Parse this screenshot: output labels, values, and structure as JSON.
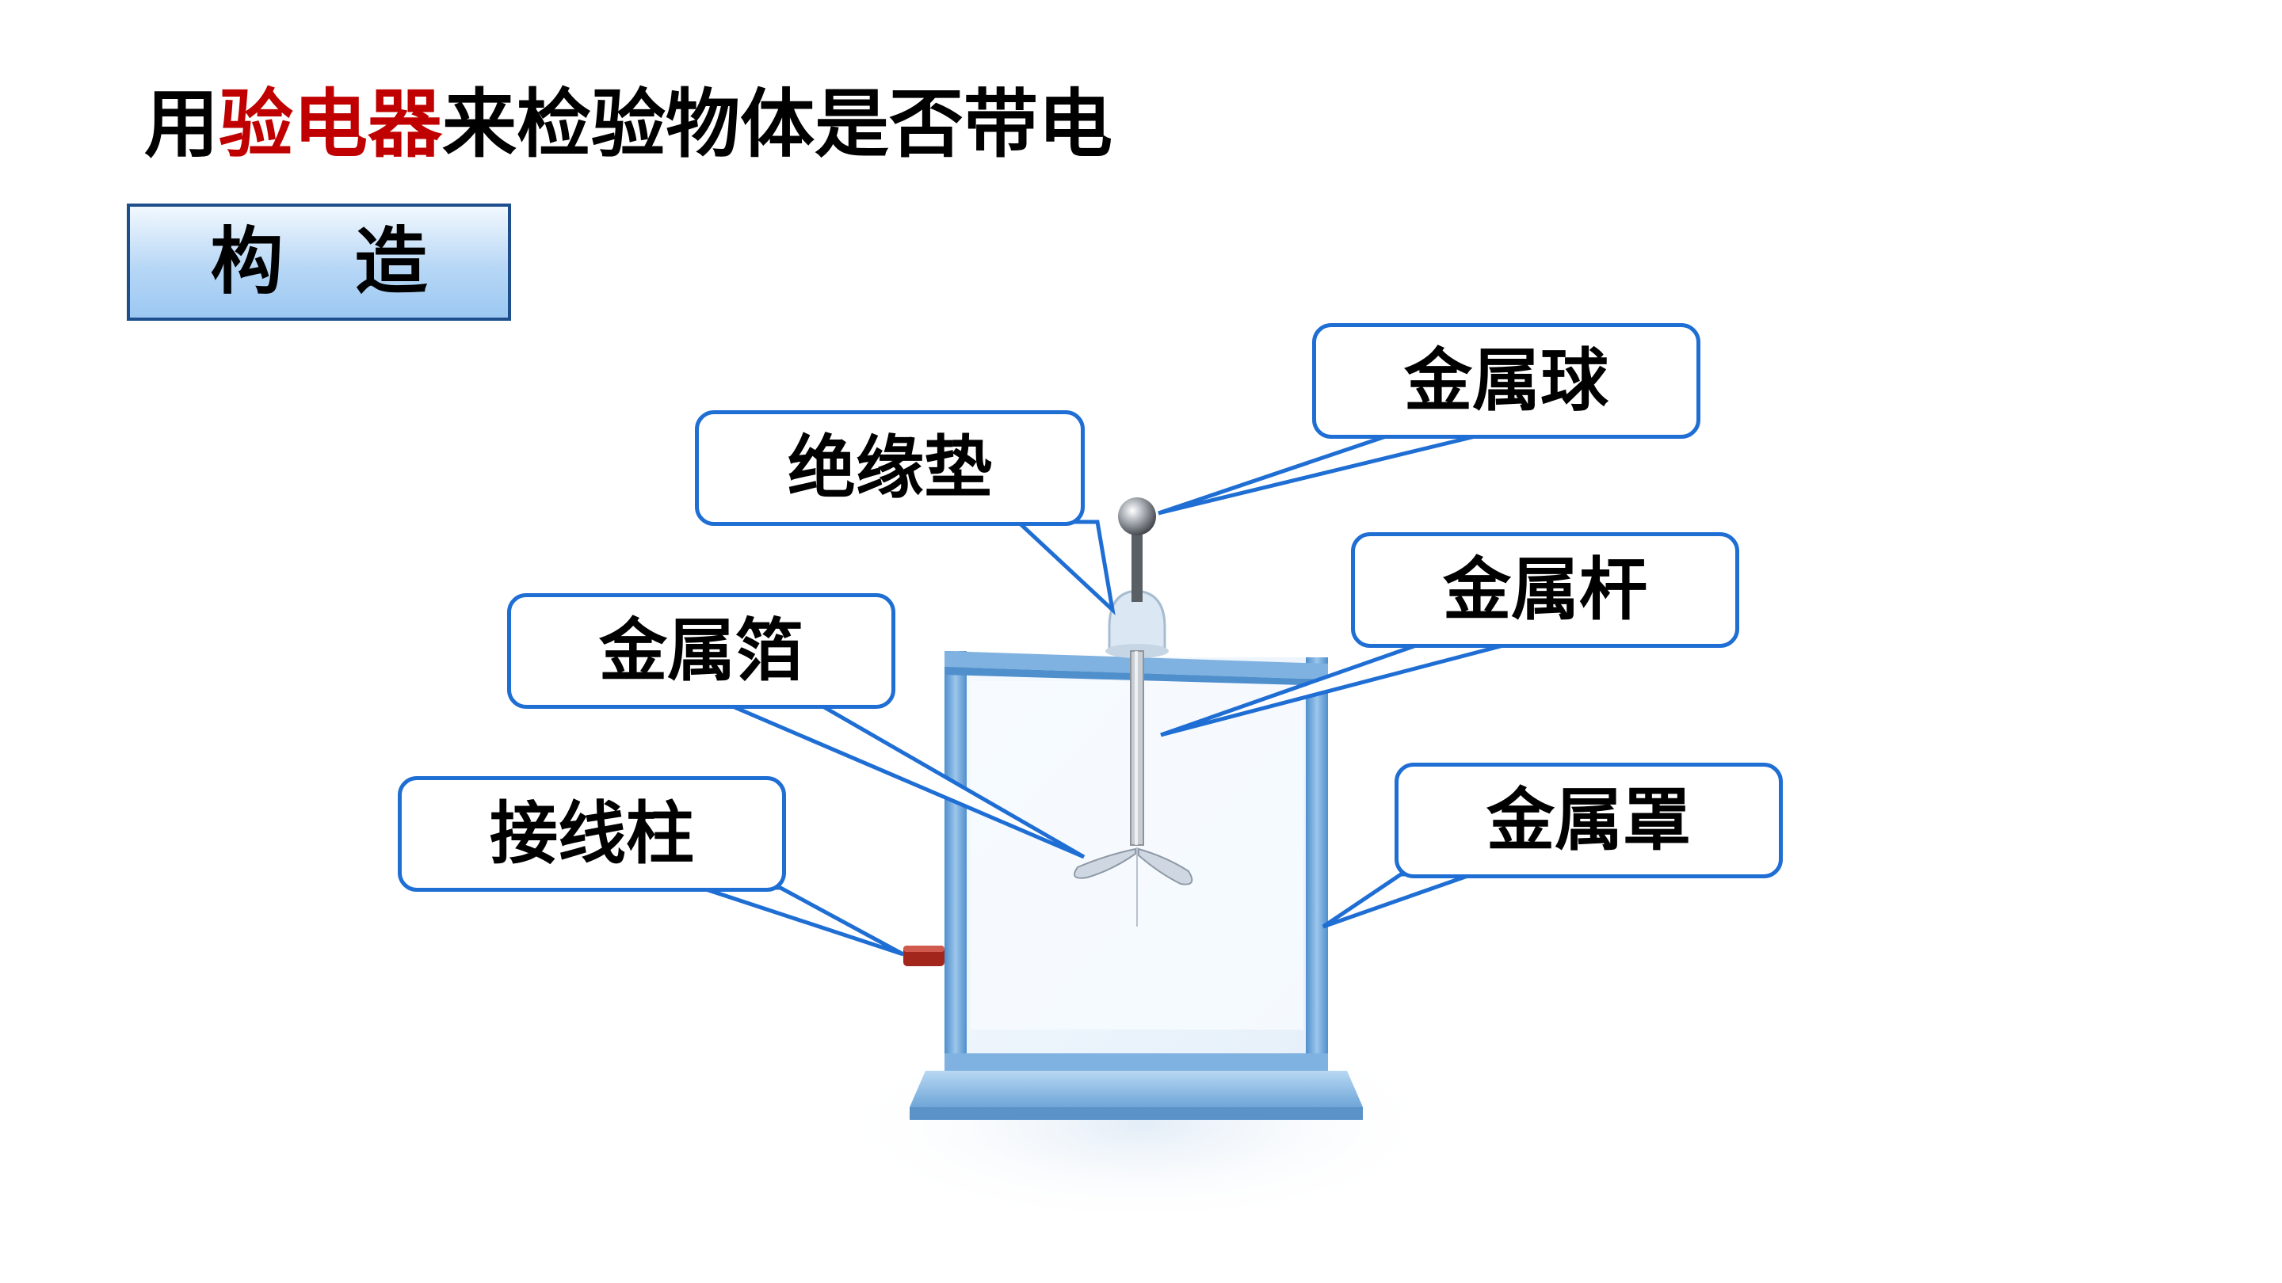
{
  "title": {
    "before": "用",
    "highlight": "验电器",
    "after": "来检验物体是否带电"
  },
  "section_label": "构造",
  "labels": {
    "metal_ball": "金属球",
    "insulating_pad": "绝缘垫",
    "metal_rod": "金属杆",
    "metal_foil": "金属箔",
    "binding_post": "接线柱",
    "metal_case": "金属罩"
  },
  "colors": {
    "highlight": "#c00000",
    "callout_border": "#1f6ed4",
    "section_border": "#1f4e8c",
    "frame": "#6fa6d8"
  }
}
